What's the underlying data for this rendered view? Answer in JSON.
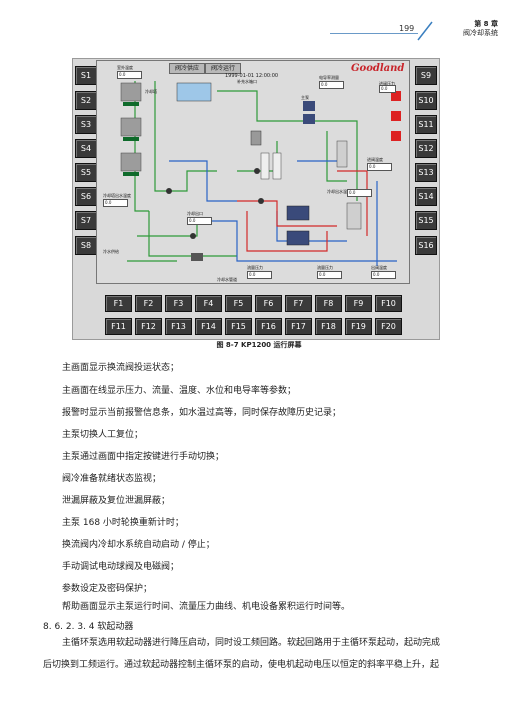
{
  "header": {
    "page_number": "199",
    "chapter_label": "第 8 章",
    "chapter_title": "阀冷却系统"
  },
  "screen": {
    "tab1": "阀冷供应",
    "tab2": "阀冷运行",
    "datetime": "1999-01-01 12:00:00",
    "logo": "Goodland",
    "labels": {
      "l1": "室外温度",
      "l2": "冷却塔",
      "l3": "主泵",
      "l4": "补充水箱口",
      "l5": "电导率测量",
      "l6": "冷却塔出水温度",
      "l7": "冷却出口",
      "l8": "冷却出水温度",
      "l9": "流量压力",
      "l10": "流量压力",
      "l11": "进阀压力",
      "l12": "进阀温度",
      "l13": "出阀温度",
      "l14": "冷水供给",
      "l15": "冷却水管道"
    },
    "values": {
      "v1": "0.0",
      "v2": "0.0",
      "v3": "0.0",
      "v4": "0.0",
      "v5": "0.0",
      "v6": "0.0",
      "v7": "0.0",
      "v8": "0.0",
      "v9": "0.0",
      "v10": "0.0"
    },
    "s_left": [
      "S1",
      "S2",
      "S3",
      "S4",
      "S5",
      "S6",
      "S7",
      "S8"
    ],
    "s_right": [
      "S9",
      "S10",
      "S11",
      "S12",
      "S13",
      "S14",
      "S15",
      "S16"
    ],
    "f_row1": [
      "F1",
      "F2",
      "F3",
      "F4",
      "F5",
      "F6",
      "F7",
      "F8",
      "F9",
      "F10"
    ],
    "f_row2": [
      "F11",
      "F12",
      "F13",
      "F14",
      "F15",
      "F16",
      "F17",
      "F18",
      "F19",
      "F20"
    ]
  },
  "caption": "图 8-7   KP1200 运行屏幕",
  "list_items": [
    "主画面显示换流阀投运状态；",
    "主画面在线显示压力、流量、温度、水位和电导率等参数；",
    "报警时显示当前报警信息条，如水温过高等，同时保存故障历史记录；",
    "主泵切换人工复位；",
    "主泵通过画面中指定按键进行手动切换；",
    "阀冷准备就绪状态监视；",
    "泄漏屏蔽及复位泄漏屏蔽；",
    "主泵 168 小时轮换重新计时；",
    "换流阀内冷却水系统自动启动 / 停止；",
    "手动调试电动球阀及电磁阀；",
    "参数设定及密码保护；",
    "帮助画面显示主泵运行时间、流量压力曲线、机电设备累积运行时间等。"
  ],
  "section_heading": "8. 6. 2. 3. 4    软起动器",
  "body_lines": [
    "主循环泵选用软起动器进行降压启动，同时设工频回路。软起回路用于主循环泵起动，起动完成",
    "后切换到工频运行。通过软起动器控制主循环泵的启动，使电机起动电压以恒定的斜率平稳上升，起"
  ]
}
